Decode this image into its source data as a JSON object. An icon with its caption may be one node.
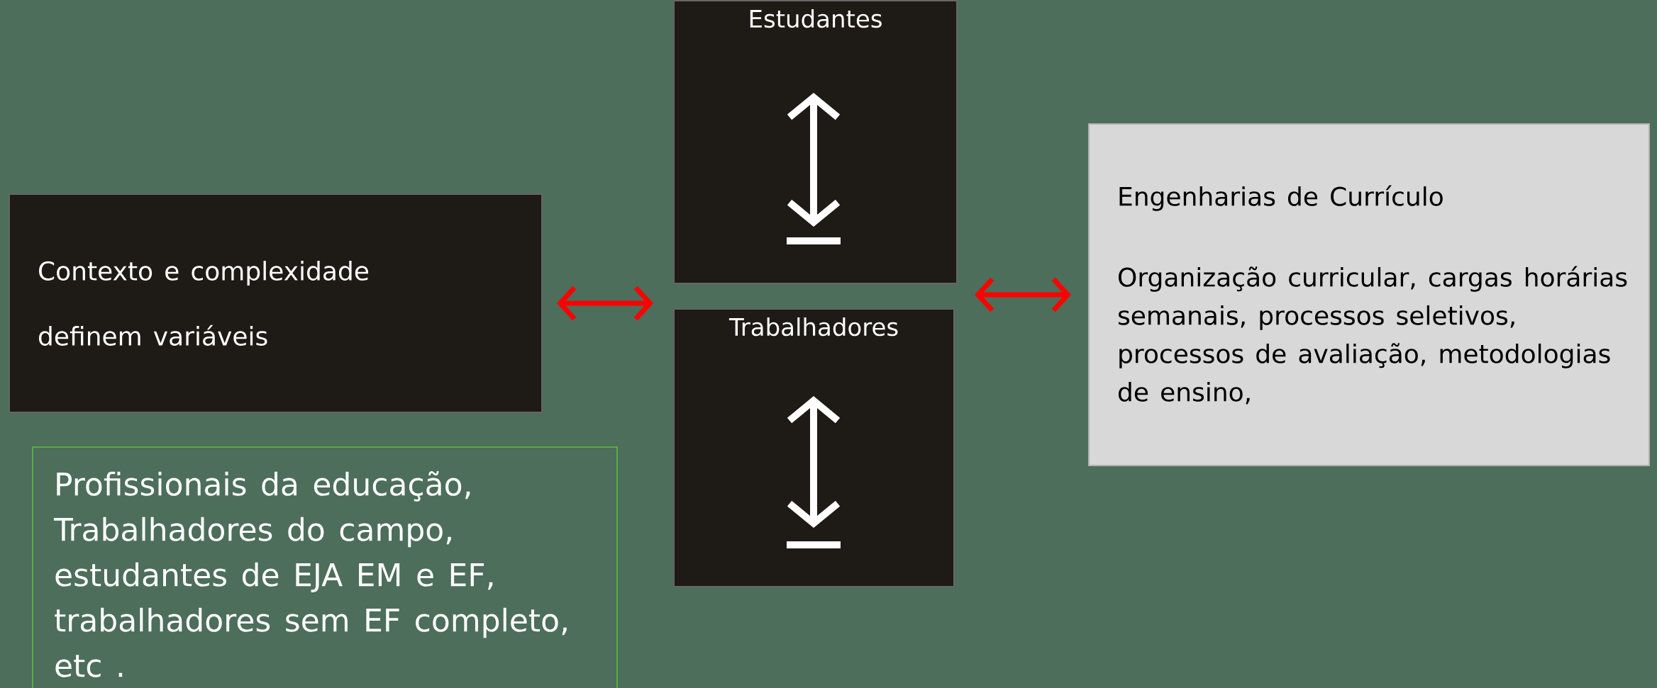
{
  "diagram": {
    "nodes": [
      {
        "text": [
          "Contexto e complexidade",
          "definem variáveis"
        ]
      },
      {
        "text": [
          "Estudantes"
        ]
      },
      {
        "text": [
          "Trabalhadores"
        ]
      },
      {
        "text": [
          "Engenharias de Currículo",
          "Organização curricular, cargas horárias semanais, processos seletivos, processos de avaliação, metodologias de ensino,"
        ]
      },
      {
        "text": [
          "Profissionais da educação, Trabalhadores do campo, estudantes de EJA EM e EF, trabalhadores sem EF completo, etc ."
        ]
      }
    ],
    "edges": [
      {
        "from": 0,
        "to": 1,
        "arrow": "both"
      },
      {
        "from": 1,
        "to": 3,
        "arrow": "both"
      }
    ]
  }
}
